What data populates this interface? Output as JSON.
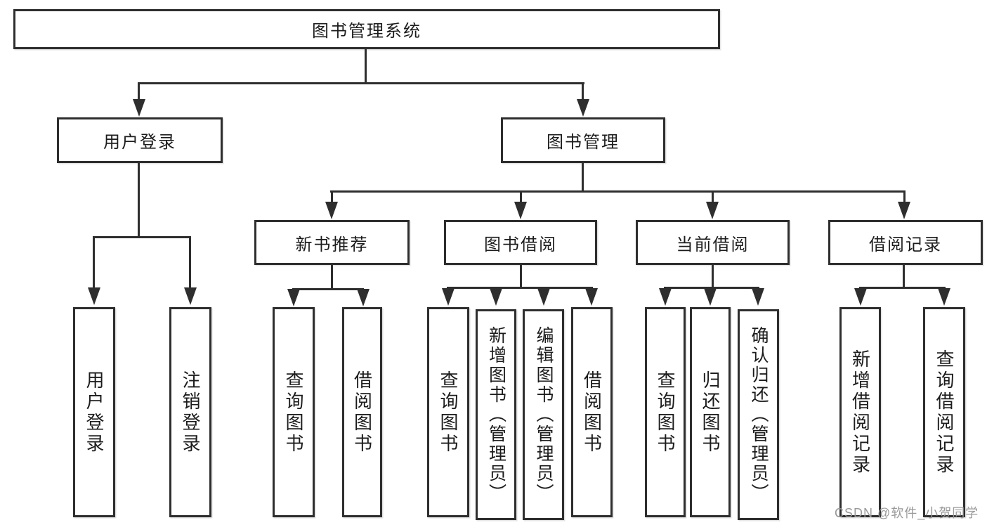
{
  "tree": {
    "root": "图书管理系统",
    "branches": [
      {
        "label": "用户登录",
        "children": [
          "用户登录",
          "注销登录"
        ]
      },
      {
        "label": "图书管理",
        "groups": [
          {
            "label": "新书推荐",
            "children": [
              "查询图书",
              "借阅图书"
            ]
          },
          {
            "label": "图书借阅",
            "children": [
              "查询图书",
              "新增图书（管理员）",
              "编辑图书（管理员）",
              "借阅图书"
            ]
          },
          {
            "label": "当前借阅",
            "children": [
              "查询图书",
              "归还图书",
              "确认归还（管理员）"
            ]
          },
          {
            "label": "借阅记录",
            "children": [
              "新增借阅记录",
              "查询借阅记录"
            ]
          }
        ]
      }
    ]
  },
  "watermark": "CSDN @软件_小贺同学",
  "colors": {
    "line": "#2e2e2e",
    "text": "#1c1c1c",
    "watermark": "#999999",
    "background": "#ffffff"
  }
}
